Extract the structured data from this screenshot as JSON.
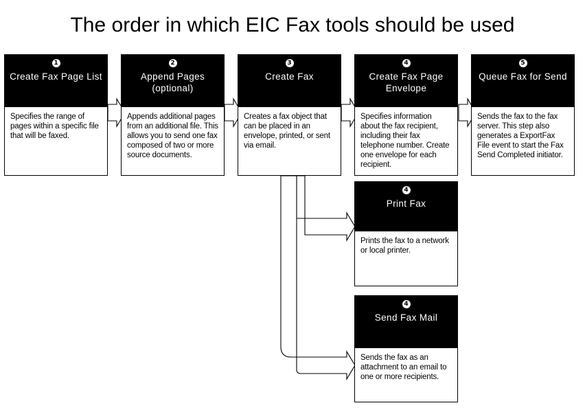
{
  "title": "The order in which EIC Fax tools should be used",
  "nodes": [
    {
      "id": "create-fax-page-list",
      "step": "1",
      "title": "Create Fax Page List",
      "body": "Specifies the range of pages within a specific file that will be faxed."
    },
    {
      "id": "append-pages",
      "step": "2",
      "title": "Append Pages (optional)",
      "body": "Appends additional pages from an additional file. This allows you to send one fax composed of two or more source documents."
    },
    {
      "id": "create-fax",
      "step": "3",
      "title": "Create Fax",
      "body": "Creates a fax object that can be placed in an envelope, printed, or sent via email."
    },
    {
      "id": "create-fax-page-envelope",
      "step": "4",
      "title": "Create Fax Page Envelope",
      "body": "Specifies information about the fax recipient, including their fax telephone number. Create one envelope for each recipient."
    },
    {
      "id": "queue-fax-for-send",
      "step": "5",
      "title": "Queue Fax for Send",
      "body": "Sends the fax to the fax server. This step also generates a ExportFax File event to start the Fax Send Completed initiator."
    },
    {
      "id": "print-fax",
      "step": "4",
      "title": "Print Fax",
      "body": "Prints the fax to a network or local printer."
    },
    {
      "id": "send-fax-mail",
      "step": "4",
      "title": "Send Fax Mail",
      "body": "Sends the fax as an attachment to an email to one or more recipients."
    }
  ],
  "colors": {
    "header_background": "#000000",
    "header_text": "#ffffff",
    "body_background": "#ffffff",
    "body_text": "#000000",
    "border": "#000000",
    "page_background": "#ffffff"
  }
}
